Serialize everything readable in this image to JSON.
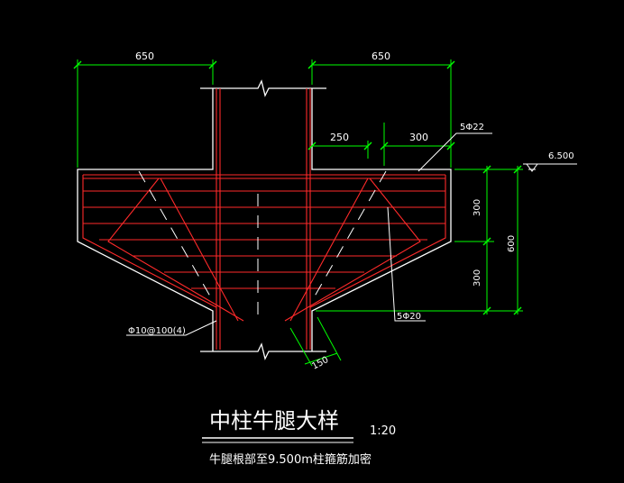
{
  "drawing": {
    "title": "中柱牛腿大样",
    "scale": "1:20",
    "note": "牛腿根部至9.500m柱箍筋加密",
    "elevation": "6.500"
  },
  "dimensions": {
    "top_left_width": "650",
    "top_right_width": "650",
    "offset_250": "250",
    "offset_300": "300",
    "height_upper": "300",
    "height_lower": "300",
    "height_total": "600",
    "diag_150": "150"
  },
  "rebar": {
    "top_bars": "5Φ22",
    "diagonal_bars": "5Φ20",
    "stirrups": "Φ10@100(4)"
  },
  "colors": {
    "background": "#000000",
    "outline": "#ffffff",
    "rebar": "#ff2a2a",
    "dimension": "#00ff00",
    "text": "#ffffff"
  }
}
